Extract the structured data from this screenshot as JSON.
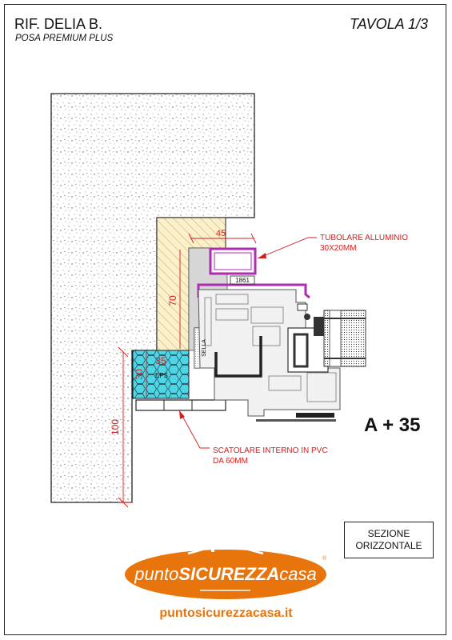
{
  "header": {
    "title": "RIF. DELIA B.",
    "subtitle": "POSA PREMIUM PLUS",
    "sheet": "TAVOLA 1/3"
  },
  "drawing": {
    "dim_45": "45",
    "dim_70": "70",
    "dim_35": "35",
    "dim_30": "30",
    "dim_100": "100",
    "eps_label": "EPS",
    "sella_label": "SELLA",
    "profile_tag": "1861",
    "callout_tubolare_1": "TUBOLARE ALLUMINIO",
    "callout_tubolare_2": "30X20MM",
    "callout_scatolare_1": "SCATOLARE INTERNO IN PVC",
    "callout_scatolare_2": "DA 60MM",
    "formula": "A + 35"
  },
  "section_box": {
    "line1": "SEZIONE",
    "line2": "ORIZZONTALE"
  },
  "brand": {
    "logo_part1": "punto",
    "logo_part2": "SICUREZZA",
    "logo_part3": "casa",
    "registered": "®",
    "website": "puntosicurezzacasa.it",
    "color_orange": "#e8740c",
    "color_red": "#d11f1f",
    "color_magenta": "#b02bb3",
    "color_eps": "#4fd6e6"
  }
}
